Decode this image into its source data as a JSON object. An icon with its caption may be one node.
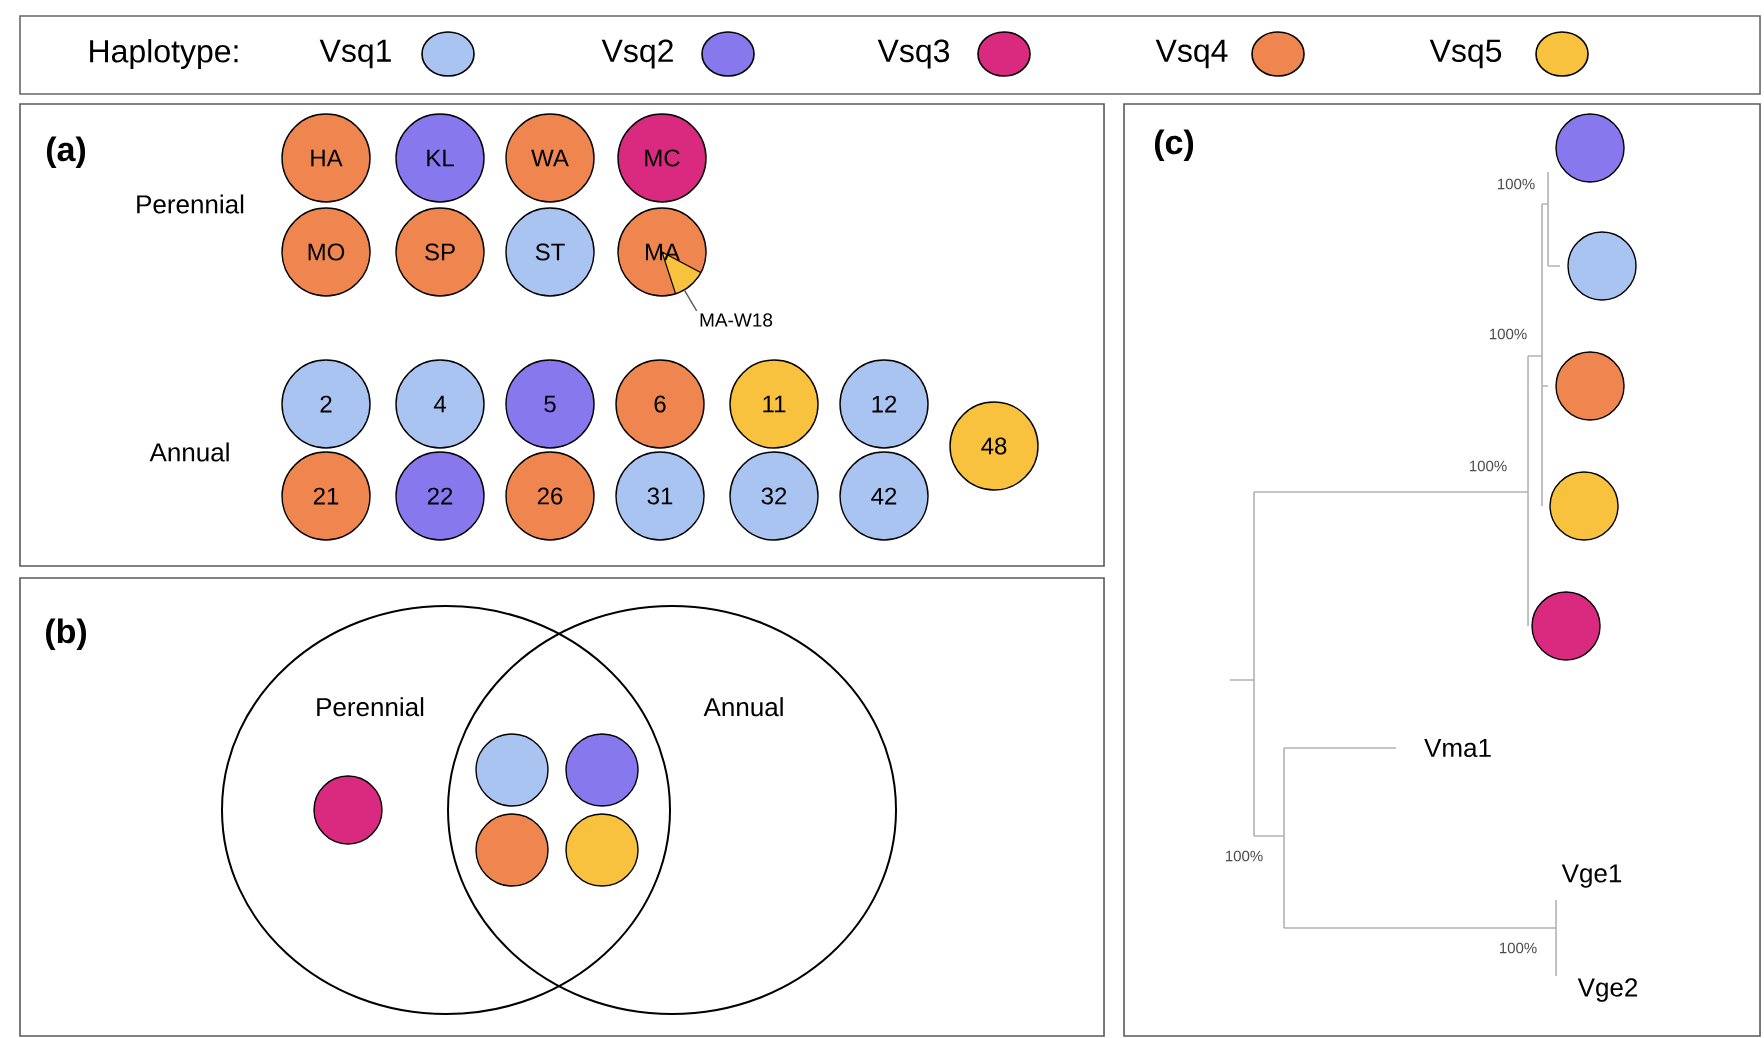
{
  "diagram": {
    "nodes": [
      {
        "text": [
          "(a)"
        ]
      },
      {
        "text": [
          "HA"
        ],
        "in": 0
      },
      {
        "text": [
          "KL"
        ],
        "in": 0
      },
      {
        "text": [
          "WA"
        ],
        "in": 0
      },
      {
        "text": [
          "MC"
        ],
        "in": 0
      },
      {
        "text": [
          "MO"
        ],
        "in": 0
      },
      {
        "text": [
          "SP"
        ],
        "in": 0
      },
      {
        "text": [
          "ST"
        ],
        "in": 0
      },
      {
        "text": [
          "MA"
        ],
        "in": 0
      },
      {
        "text": [
          "MA-W18"
        ],
        "in": 0
      },
      {
        "text": [
          "2"
        ],
        "in": 0
      },
      {
        "text": [
          "4"
        ],
        "in": 0
      },
      {
        "text": [
          "5"
        ],
        "in": 0
      },
      {
        "text": [
          "6"
        ],
        "in": 0
      },
      {
        "text": [
          "11"
        ],
        "in": 0
      },
      {
        "text": [
          "12"
        ],
        "in": 0
      },
      {
        "text": [
          "48"
        ],
        "in": 0
      },
      {
        "text": [
          "21"
        ],
        "in": 0
      },
      {
        "text": [
          "22"
        ],
        "in": 0
      },
      {
        "text": [
          "26"
        ],
        "in": 0
      },
      {
        "text": [
          "31"
        ],
        "in": 0
      },
      {
        "text": [
          "32"
        ],
        "in": 0
      },
      {
        "text": [
          "42"
        ],
        "in": 0
      },
      {
        "text": [
          "(b)"
        ]
      },
      {
        "text": [
          "Perennial"
        ],
        "in": 23
      },
      {
        "text": [
          "Annual"
        ],
        "in": 23
      },
      {
        "text": [],
        "shape": "circle"
      },
      {
        "text": [],
        "shape": "circle"
      },
      {
        "text": [],
        "shape": "circle",
        "in": 24
      },
      {
        "text": [],
        "shape": "circle"
      },
      {
        "text": [],
        "shape": "circle"
      },
      {
        "text": [
          "(c)"
        ]
      },
      {
        "text": [],
        "shape": "circle",
        "in": 31
      },
      {
        "text": [],
        "shape": "circle",
        "in": 31
      },
      {
        "text": [],
        "shape": "circle",
        "in": 31
      },
      {
        "text": [],
        "shape": "circle",
        "in": 31
      },
      {
        "text": [],
        "shape": "circle",
        "in": 31
      },
      {
        "text": [
          "Vma1"
        ],
        "in": 31
      },
      {
        "text": [
          "Vge1"
        ],
        "in": 31
      },
      {
        "text": [
          "Vge2"
        ],
        "in": 31
      }
    ],
    "edges": [
      {
        "from": 9,
        "to": 8,
        "arrow": "none"
      }
    ],
    "labels": [
      "Haplotype:",
      "Perennial",
      "Annual",
      "100%",
      "100%",
      "100%",
      "100%",
      "100%"
    ],
    "legend": [
      {
        "text": "Vsq1",
        "color": "#a9c4f0"
      },
      {
        "text": "Vsq2",
        "color": "#8878ee"
      },
      {
        "text": "Vsq3",
        "color": "#d92a7f"
      },
      {
        "text": "Vsq4",
        "color": "#f0864f"
      },
      {
        "text": "Vsq5",
        "color": "#f8c23e"
      }
    ]
  }
}
